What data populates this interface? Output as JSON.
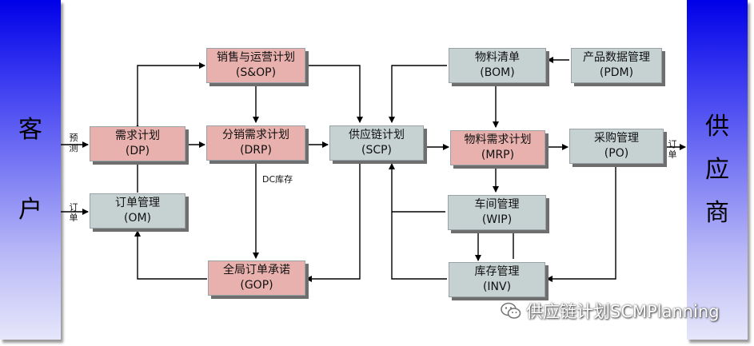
{
  "left_side": {
    "chars": [
      "客",
      "户"
    ]
  },
  "right_side": {
    "chars": [
      "供",
      "应",
      "商"
    ]
  },
  "boxes": {
    "sop": {
      "title": "销售与运营计划",
      "code": "(S&OP)"
    },
    "dp": {
      "title": "需求计划",
      "code": "(DP)"
    },
    "drp": {
      "title": "分销需求计划",
      "code": "(DRP)"
    },
    "om": {
      "title": "订单管理",
      "code": "(OM)"
    },
    "gop": {
      "title": "全局订单承诺",
      "code": "(GOP)"
    },
    "scp": {
      "title": "供应链计划",
      "code": "(SCP)"
    },
    "bom": {
      "title": "物料清单",
      "code": "(BOM)"
    },
    "pdm": {
      "title": "产品数据管理",
      "code": "(PDM)"
    },
    "mrp": {
      "title": "物料需求计划",
      "code": "(MRP)"
    },
    "po": {
      "title": "采购管理",
      "code": "(PO)"
    },
    "wip": {
      "title": "车间管理",
      "code": "(WIP)"
    },
    "inv": {
      "title": "库存管理",
      "code": "(INV)"
    }
  },
  "labels": {
    "forecast": [
      "预",
      "测"
    ],
    "order_left": [
      "订",
      "单"
    ],
    "order_right": [
      "订",
      "单"
    ],
    "dc_inventory": "DC库存"
  },
  "watermark": {
    "text": "供应链计划SCMPlanning",
    "icon": "wechat-icon"
  },
  "colors": {
    "side_top": "#0000e8",
    "side_bottom": "#e6e6fb",
    "pink_box": "#e8b1ad",
    "grey_box": "#c6d1d2"
  }
}
